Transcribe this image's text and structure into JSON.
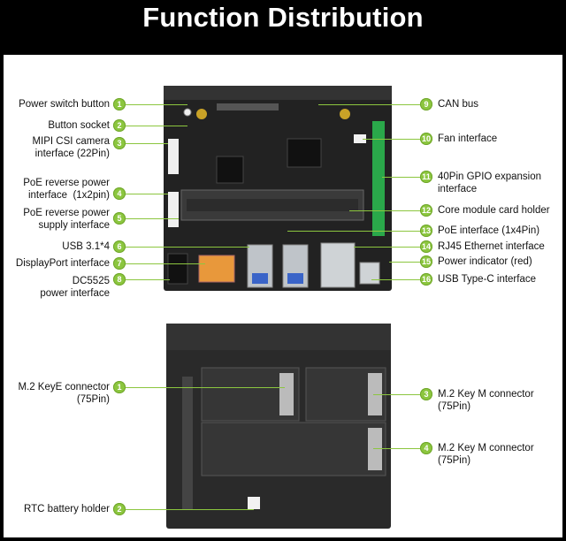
{
  "title": "Function Distribution",
  "top": {
    "left": [
      {
        "n": "1",
        "text": "Power switch button"
      },
      {
        "n": "2",
        "text": "Button socket"
      },
      {
        "n": "3",
        "text": "MIPI CSI camera\ninterface (22Pin)"
      },
      {
        "n": "4",
        "text": "PoE reverse power\ninterface  (1x2pin)"
      },
      {
        "n": "5",
        "text": "PoE reverse power\nsupply interface"
      },
      {
        "n": "6",
        "text": "USB 3.1*4"
      },
      {
        "n": "7",
        "text": "DisplayPort interface"
      },
      {
        "n": "8",
        "text": "DC5525\npower interface"
      }
    ],
    "right": [
      {
        "n": "9",
        "text": "CAN bus"
      },
      {
        "n": "10",
        "text": "Fan interface"
      },
      {
        "n": "11",
        "text": "40Pin GPIO expansion\ninterface"
      },
      {
        "n": "12",
        "text": "Core module card holder"
      },
      {
        "n": "13",
        "text": "PoE interface (1x4Pin)"
      },
      {
        "n": "14",
        "text": "RJ45 Ethernet interface"
      },
      {
        "n": "15",
        "text": "Power indicator (red)"
      },
      {
        "n": "16",
        "text": "USB Type-C interface"
      }
    ]
  },
  "bottom": {
    "left": [
      {
        "n": "1",
        "text": "M.2 KeyE connector\n(75Pin)"
      },
      {
        "n": "2",
        "text": "RTC battery holder"
      }
    ],
    "right": [
      {
        "n": "3",
        "text": "M.2 Key M connector\n(75Pin)"
      },
      {
        "n": "4",
        "text": "M.2 Key M connector\n(75Pin)"
      }
    ]
  },
  "colors": {
    "accent": "#8cc63f",
    "board": "#1e1e1e",
    "background": "#ffffff",
    "header": "#000000"
  },
  "icons": [
    "numbered-badge-icon"
  ]
}
